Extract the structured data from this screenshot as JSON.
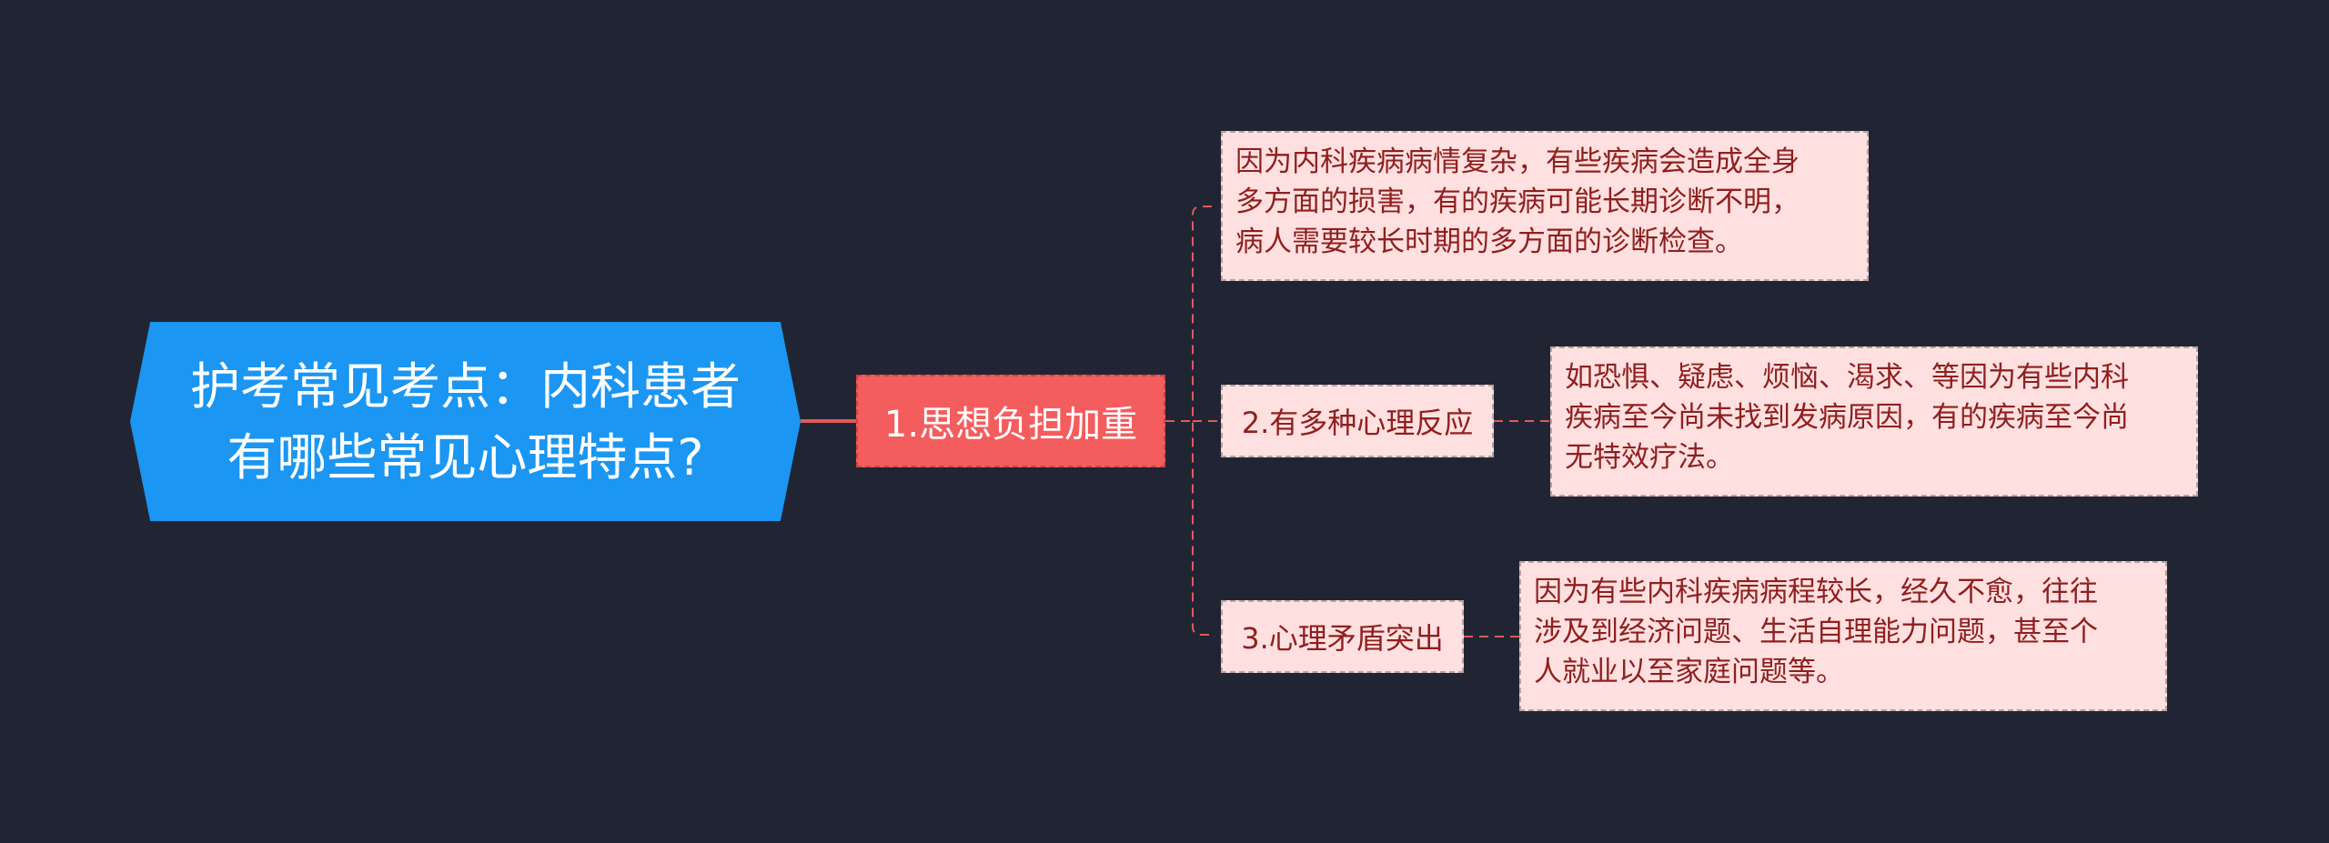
{
  "root": {
    "line1": "护考常见考点：内科患者",
    "line2": "有哪些常见心理特点?"
  },
  "topic": {
    "label": "1.思想负担加重"
  },
  "sub1": {
    "leaf_lines": [
      "因为内科疾病病情复杂，有些疾病会造成全身",
      "多方面的损害，有的疾病可能长期诊断不明，",
      "病人需要较长时期的多方面的诊断检查。"
    ]
  },
  "sub2": {
    "label": "2.有多种心理反应",
    "leaf_lines": [
      "如恐惧、疑虑、烦恼、渴求、等因为有些内科",
      "疾病至今尚未找到发病原因，有的疾病至今尚",
      "无特效疗法。"
    ]
  },
  "sub3": {
    "label": "3.心理矛盾突出",
    "leaf_lines": [
      "因为有些内科疾病病程较长，经久不愈，往往",
      "涉及到经济问题、生活自理能力问题，甚至个",
      "人就业以至家庭问题等。"
    ]
  },
  "colors": {
    "background": "#212533",
    "root": "#1b96f2",
    "topic": "#f45d5d",
    "sub": "#fde0df",
    "connector": "#e05a5a"
  }
}
